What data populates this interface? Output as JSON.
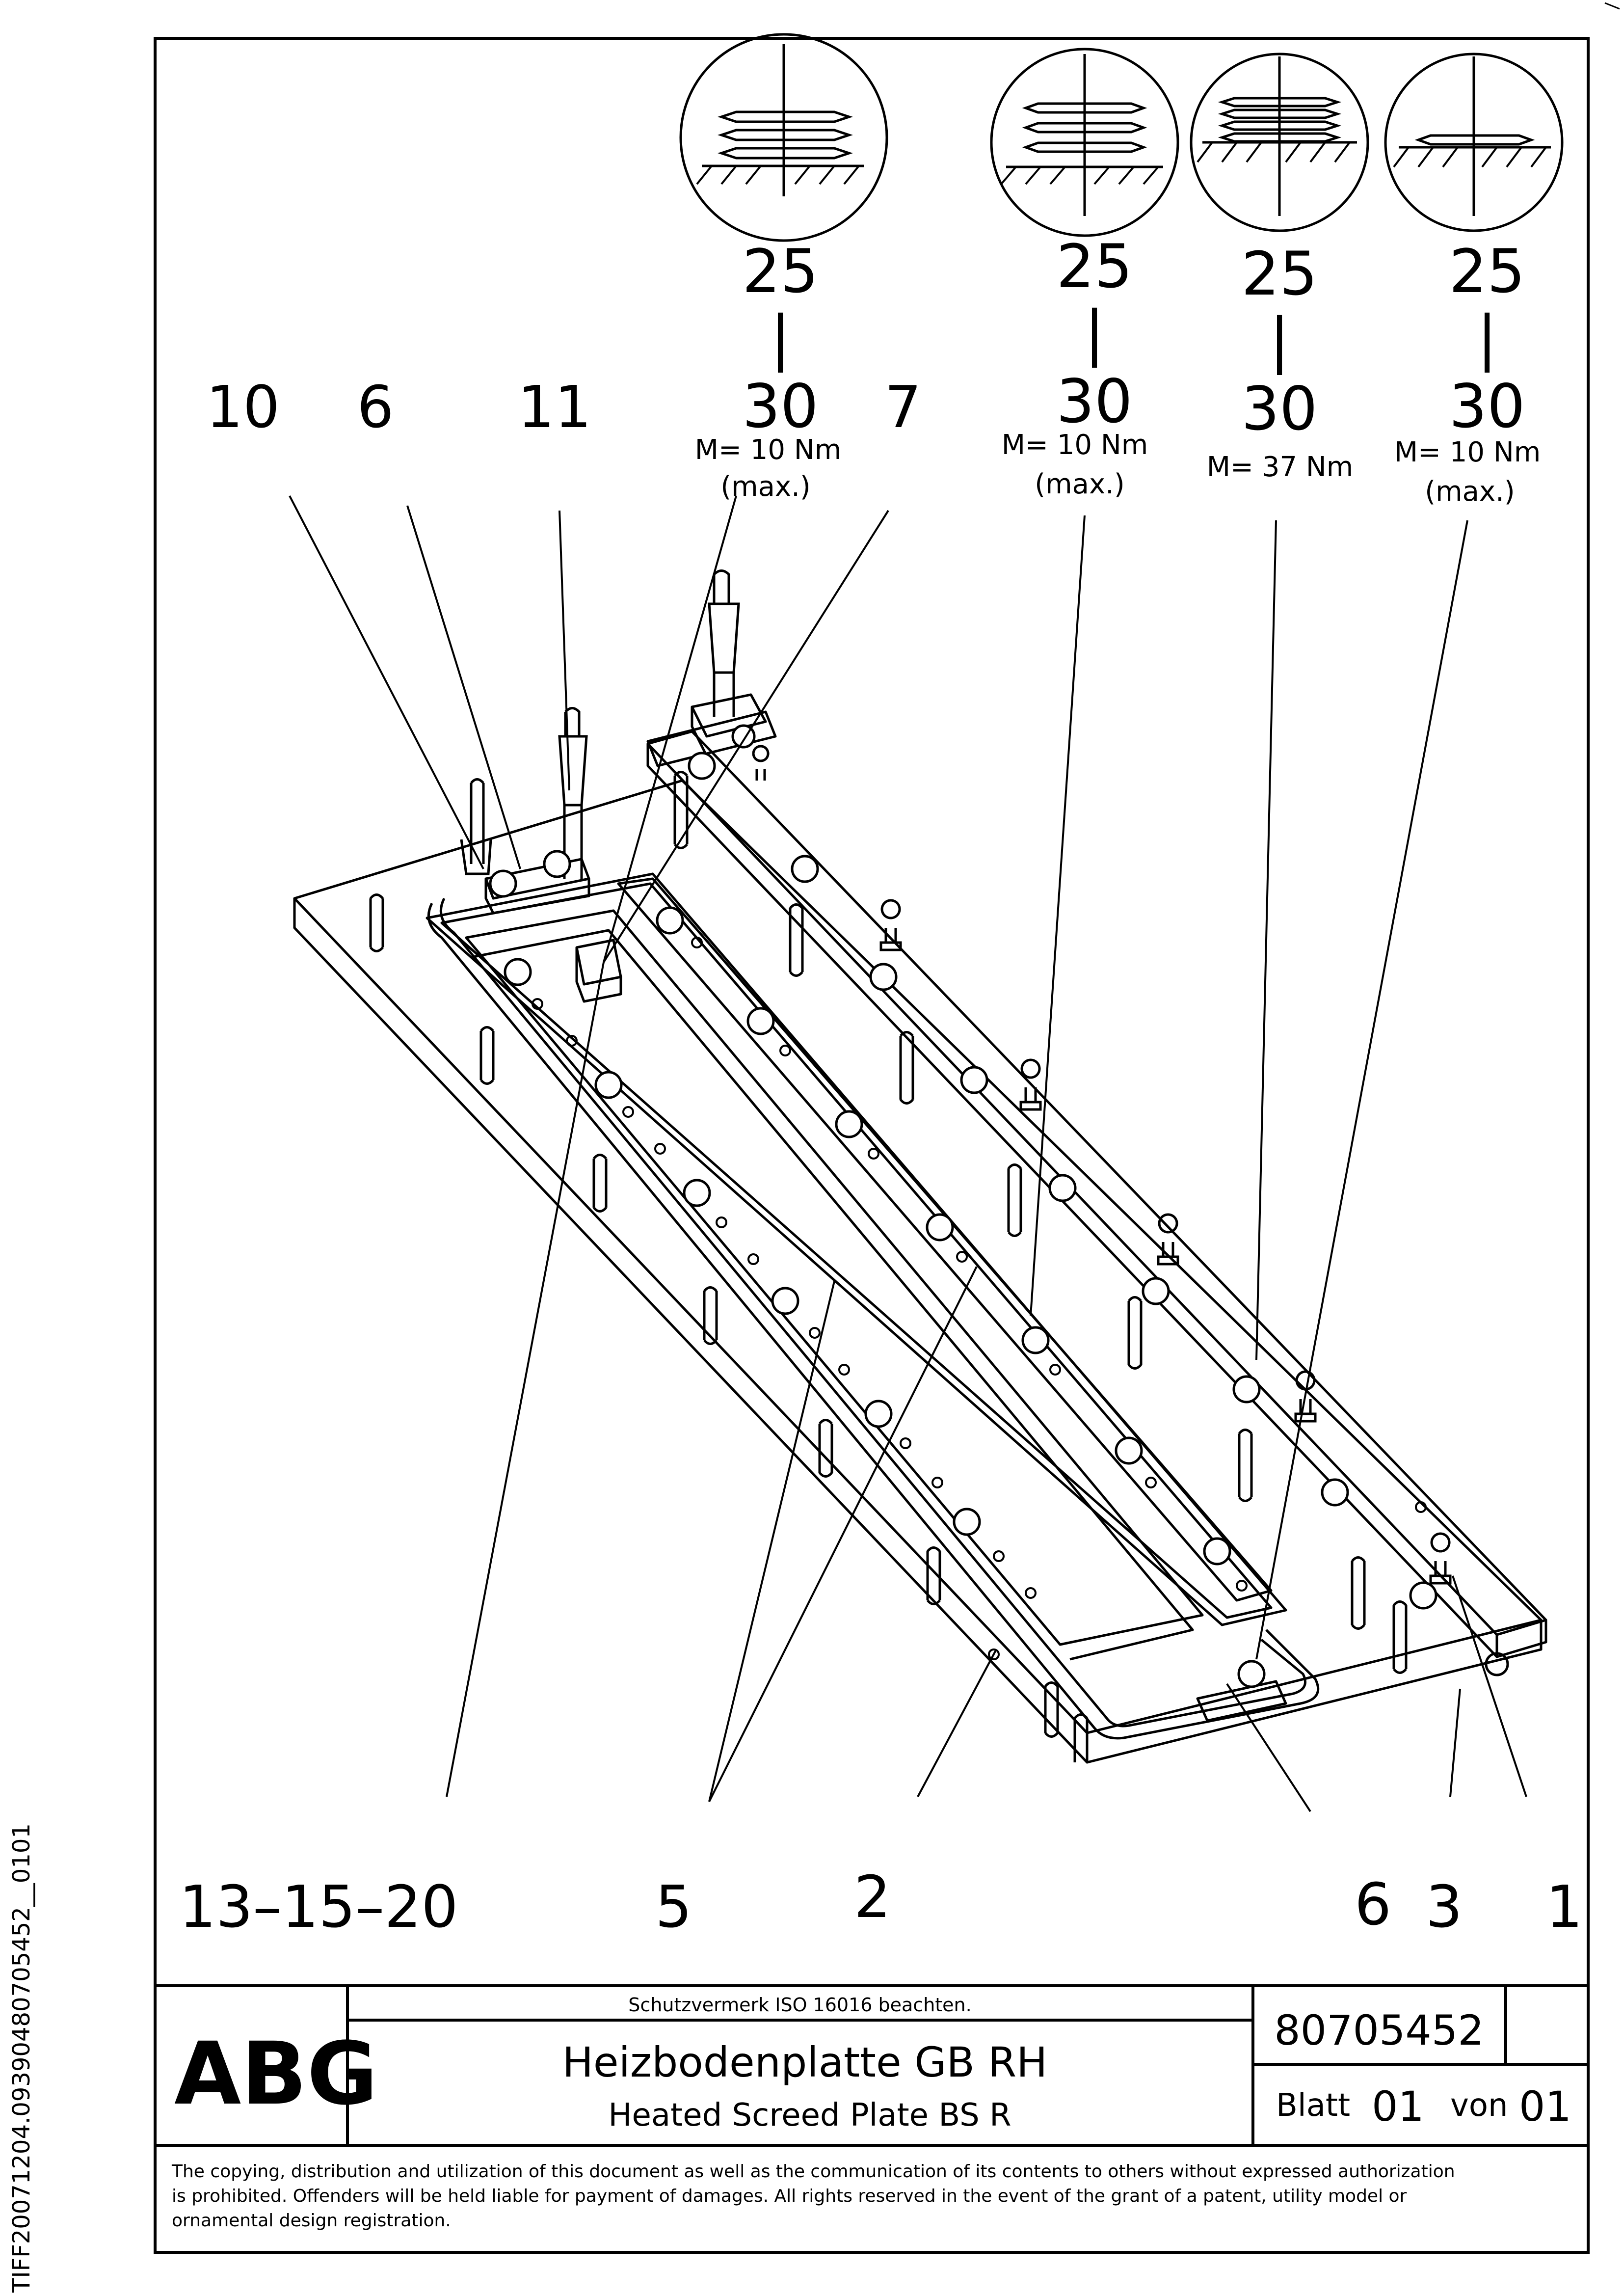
{
  "callouts_top": [
    "10",
    "6",
    "11",
    "7"
  ],
  "callouts_bottom": [
    "13–15–20",
    "5",
    "2",
    "6",
    "3",
    "1"
  ],
  "torque_specs": [
    {
      "range_top": "25",
      "sep": "|",
      "range_bottom": "30",
      "torque": "M= 10 Nm",
      "note": "(max.)"
    },
    {
      "range_top": "25",
      "sep": "|",
      "range_bottom": "30",
      "torque": "M= 10 Nm",
      "note": "(max.)"
    },
    {
      "range_top": "25",
      "sep": "|",
      "range_bottom": "30",
      "torque": "M= 37 Nm",
      "note": ""
    },
    {
      "range_top": "25",
      "sep": "|",
      "range_bottom": "30",
      "torque": "M= 10 Nm",
      "note": "(max.)"
    }
  ],
  "title_block": {
    "logo": "ABG",
    "protection_note": "Schutzvermerk ISO 16016 beachten.",
    "title_de": "Heizbodenplatte GB RH",
    "title_en": "Heated Screed Plate BS R",
    "drawing_number": "80705452",
    "sheet_label": "Blatt",
    "sheet_number": "01",
    "of_label": "von",
    "sheet_total": "01"
  },
  "copyright": [
    "The copying, distribution and utilization of this document as well as the communication of its contents to others without expressed authorization",
    "is prohibited. Offenders will be held liable for payment of damages. All rights reserved in the event of the grant of a patent, utility model or",
    "ornamental design registration."
  ],
  "side_label": "TIFF20071204.09390480705452__0101"
}
